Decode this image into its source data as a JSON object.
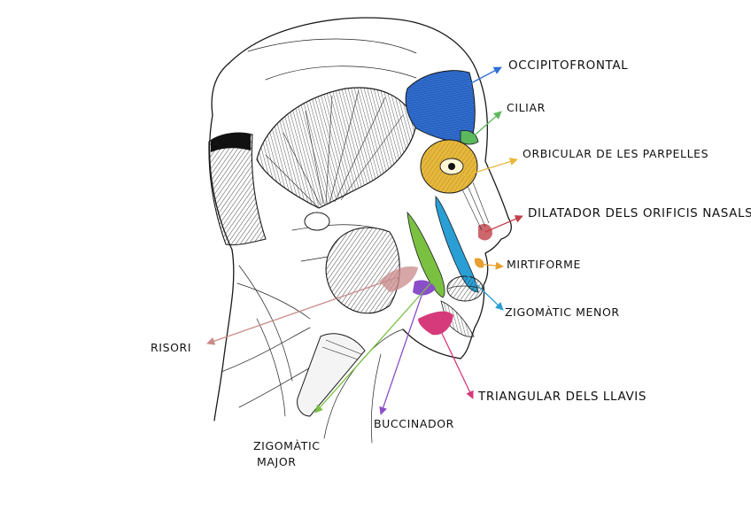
{
  "diagram": {
    "labels": {
      "occipitofrontal": "OCCIPITOFRONTAL",
      "ciliar": "CILIAR",
      "orbicular_parpelles": "ORBICULAR DE LES PARPELLES",
      "dilatador": "DILATADOR DELS ORIFICIS NASALS",
      "mirtiforme": "MIRTIFORME",
      "zigomatic_menor": "ZIGOMÀTIC MENOR",
      "triangular": "TRIANGULAR DELS LLAVIS",
      "buccinador": "BUCCINADOR",
      "zigomatic_major_line1": "ZIGOMÀTIC",
      "zigomatic_major_line2": "MAJOR",
      "risori": "RISORI"
    },
    "colors": {
      "occipitofrontal": "#2f6fd6",
      "ciliar": "#5cb85c",
      "orbicular_parpelles": "#e8b83a",
      "dilatador": "#c2404a",
      "mirtiforme": "#e8a030",
      "zigomatic_menor": "#2a9fd6",
      "triangular": "#d63a7a",
      "buccinador": "#8a4fc9",
      "zigomatic_major": "#7ac142",
      "risori": "#c98a8a"
    }
  }
}
